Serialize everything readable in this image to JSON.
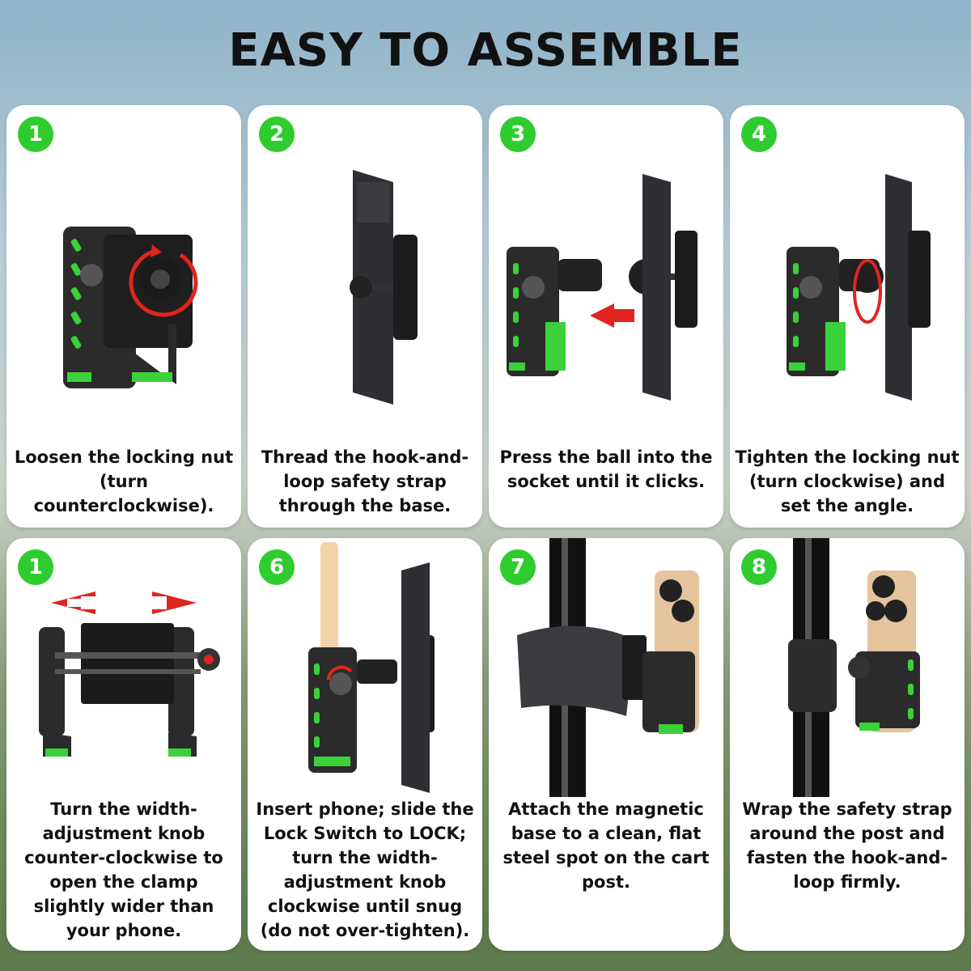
{
  "title": "EASY TO ASSEMBLE",
  "steps": [
    {
      "badge": "1",
      "caption": "Loosen the locking nut (turn counterclockwise)."
    },
    {
      "badge": "2",
      "caption": "Thread the hook-and-loop safety strap through the base."
    },
    {
      "badge": "3",
      "caption": "Press the ball into the socket until it clicks."
    },
    {
      "badge": "4",
      "caption": "Tighten the locking nut (turn clockwise) and set the angle."
    },
    {
      "badge": "1",
      "caption": "Turn the width-adjustment knob counter-clockwise to open the clamp slightly wider than your phone."
    },
    {
      "badge": "6",
      "caption": "Insert phone; slide the Lock Switch to LOCK; turn the width-adjustment knob clockwise until snug (do not over-tighten)."
    },
    {
      "badge": "7",
      "caption": "Attach the magnetic base to a clean, flat steel spot on the cart post."
    },
    {
      "badge": "8",
      "caption": "Wrap the safety strap around the post and fasten the hook-and-loop firmly."
    }
  ],
  "colors": {
    "accent": "#2ecc2e",
    "arrow": "#e0251f",
    "body": "#2b2b2b"
  }
}
